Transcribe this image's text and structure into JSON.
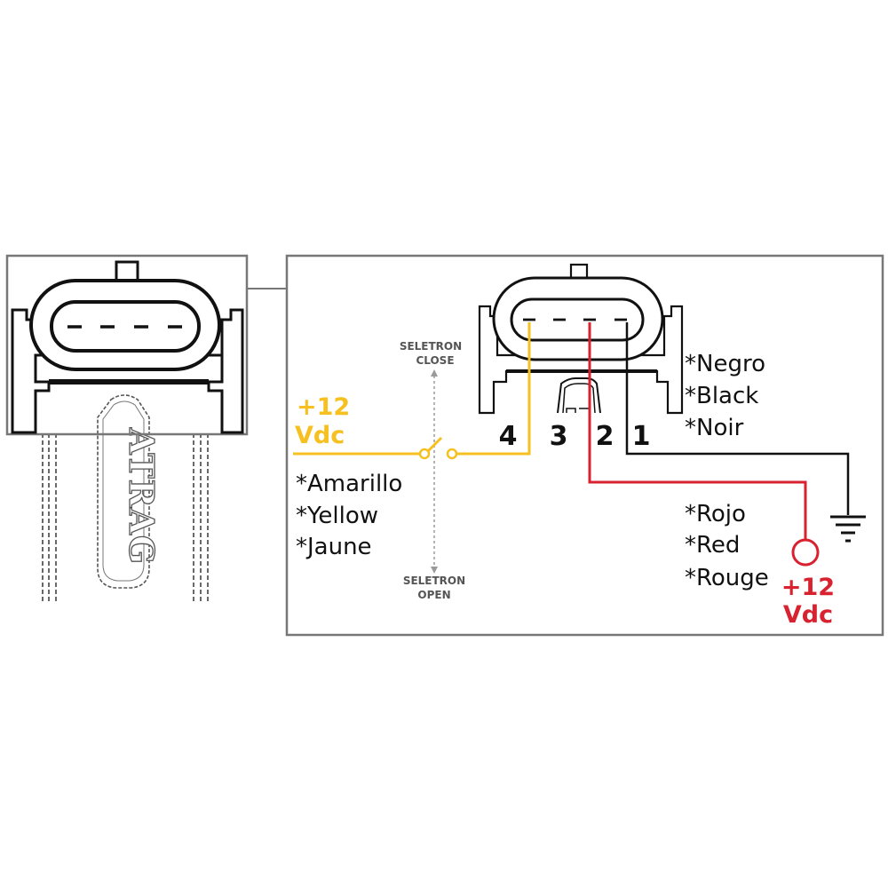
{
  "colors": {
    "yellow_wire": "#f5c020",
    "red_wire": "#d8222f",
    "black_wire": "#111111",
    "frame": "#777777",
    "dashed_axis": "#9a9a9a"
  },
  "logo": {
    "text": "ATRAG"
  },
  "switch": {
    "close_line1": "SELETRON",
    "close_line2": "CLOSE",
    "open_line1": "SELETRON",
    "open_line2": "OPEN"
  },
  "left_supply": {
    "voltage": "+12",
    "unit": "Vdc"
  },
  "right_supply": {
    "voltage": "+12",
    "unit": "Vdc"
  },
  "pins": [
    "4",
    "3",
    "2",
    "1"
  ],
  "yellow_wire_labels": [
    "*Amarillo",
    "*Yellow",
    "*Jaune"
  ],
  "black_wire_labels": [
    "*Negro",
    "*Black",
    "*Noir"
  ],
  "red_wire_labels": [
    "*Rojo",
    "*Red",
    "*Rouge"
  ],
  "icons": {
    "ground": "ground-icon",
    "supply": "supply-circle-icon",
    "switch": "switch-icon"
  }
}
